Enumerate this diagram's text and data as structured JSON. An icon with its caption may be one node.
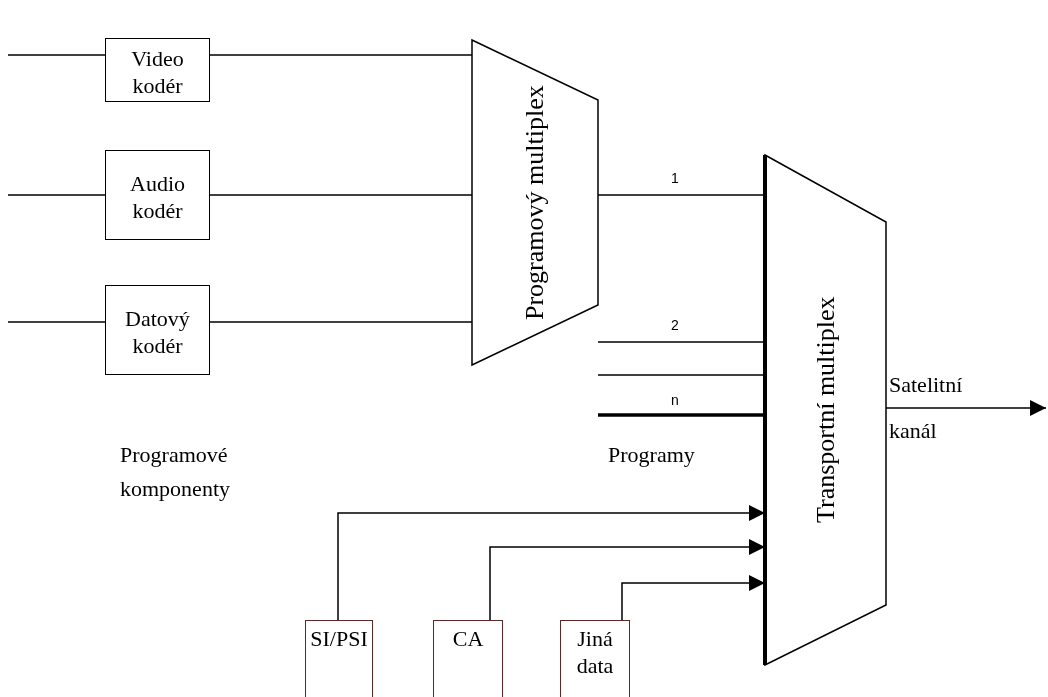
{
  "diagram": {
    "nodes": [
      {
        "text": [
          "Video kodér"
        ]
      },
      {
        "text": [
          "Audio kodér"
        ]
      },
      {
        "text": [
          "Datový kodér"
        ]
      },
      {
        "text": [
          "Programový multiplex"
        ]
      },
      {
        "text": [
          "Transportní multiplex"
        ]
      },
      {
        "text": [
          "SI/PSI"
        ]
      },
      {
        "text": [
          "CA"
        ]
      },
      {
        "text": [
          "Jiná data"
        ]
      }
    ],
    "edges": [
      {
        "from": null,
        "to": 0,
        "arrow": "none"
      },
      {
        "from": null,
        "to": 1,
        "arrow": "none"
      },
      {
        "from": null,
        "to": 2,
        "arrow": "none"
      },
      {
        "from": 0,
        "to": 3,
        "arrow": "none"
      },
      {
        "from": 1,
        "to": 3,
        "arrow": "none"
      },
      {
        "from": 2,
        "to": 3,
        "arrow": "none"
      },
      {
        "from": 3,
        "to": 4,
        "arrow": "none",
        "label": "1"
      },
      {
        "from": null,
        "to": 4,
        "arrow": "none",
        "label": "2"
      },
      {
        "from": null,
        "to": 4,
        "arrow": "none"
      },
      {
        "from": null,
        "to": 4,
        "arrow": "none",
        "label": "n",
        "style": "thick"
      },
      {
        "from": 5,
        "to": 4,
        "arrow": "to"
      },
      {
        "from": 6,
        "to": 4,
        "arrow": "to"
      },
      {
        "from": 7,
        "to": 4,
        "arrow": "to"
      },
      {
        "from": 4,
        "to": null,
        "arrow": "to",
        "label": "Satelitní kanál"
      }
    ],
    "labels": [
      "Programové komponenty",
      "Programy"
    ]
  }
}
